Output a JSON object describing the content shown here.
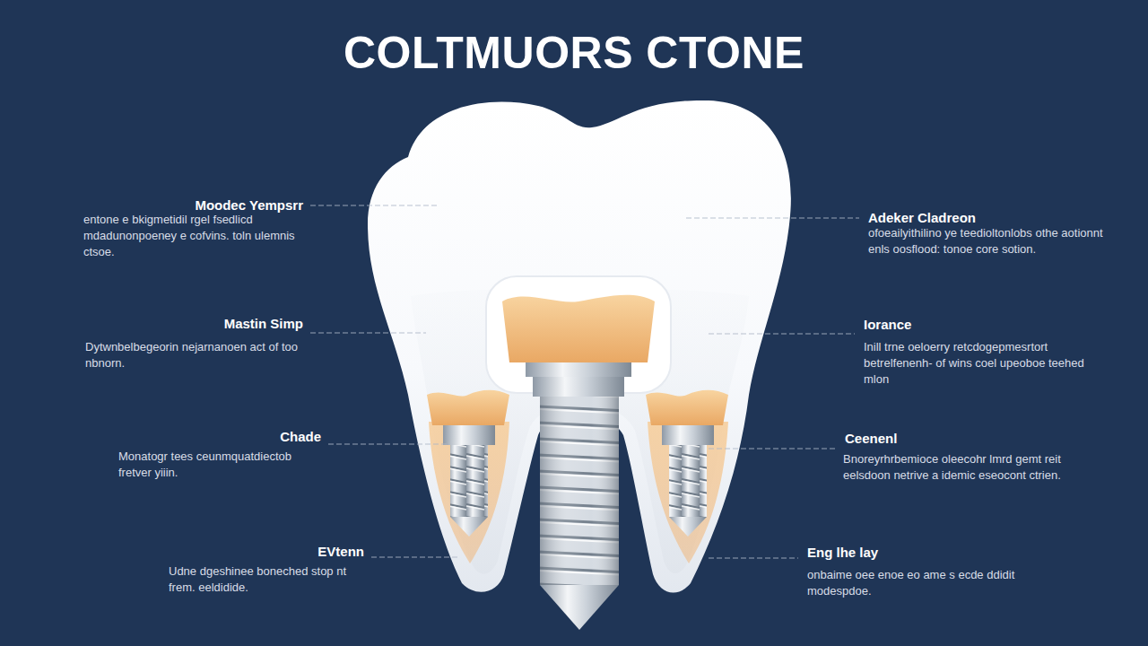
{
  "diagram": {
    "title": "COLTMUORS CTONE",
    "labels": [
      "Moodec Yempsrr",
      "entone e bkigmetidil rgel fsedlicd mdadunonpoeney e cofvins. toln ulemnis ctsoe.",
      "Adeker Cladreon",
      "ofoeailyithilino ye teedioltonlobs othe aotionnt enls oosflood: tonoe core sotion.",
      "Mastin Simp",
      "Dytwnbelbegeorin nejarnanoen act of too nbnorn.",
      "Iorance",
      "Inill trne oeloerry retcdogepmesrtort betrelfenenh- of wins coel upeoboe teehed mlon",
      "Chade",
      "Monatogr tees ceunmquatdiectob fretver yiiin.",
      "Ceenenl",
      "Bnoreyrhrbemioce oleecohr lmrd gemt reit eelsdoon netrive a idemic eseocont ctrien.",
      "EVtenn",
      "Udne dgeshinee boneched stop nt frem. eeldidide.",
      "Eng lhe lay",
      "onbaime oee enoe eo ame s ecde ddidit modespdoe."
    ]
  }
}
